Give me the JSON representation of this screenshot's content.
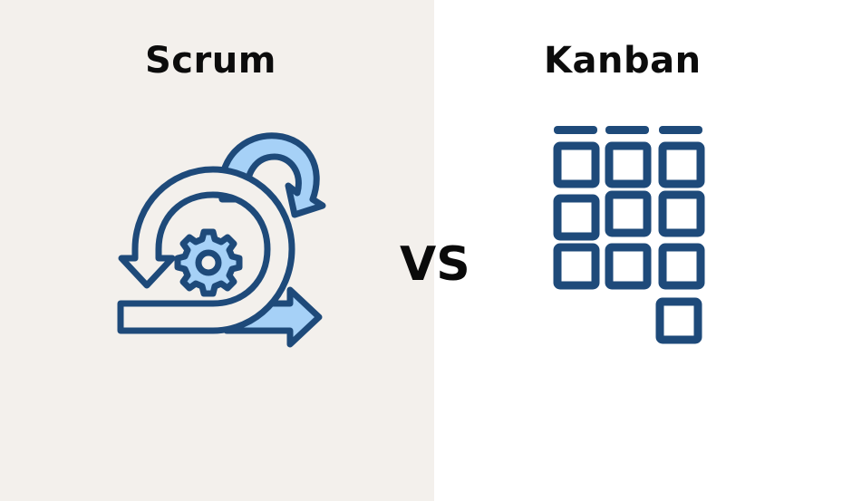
{
  "left": {
    "title": "Scrum",
    "icon": "scrum-cycle-icon",
    "background": "#f3f0ec"
  },
  "center": {
    "label": "VS"
  },
  "right": {
    "title": "Kanban",
    "icon": "kanban-board-icon",
    "background": "#ffffff",
    "board": {
      "columns": 3,
      "header_bars": 3,
      "cards_per_column": [
        3,
        3,
        4
      ]
    }
  },
  "colors": {
    "outline": "#1e4a7a",
    "fill_light": "#a6d1f7",
    "text": "#0c0c0c"
  }
}
